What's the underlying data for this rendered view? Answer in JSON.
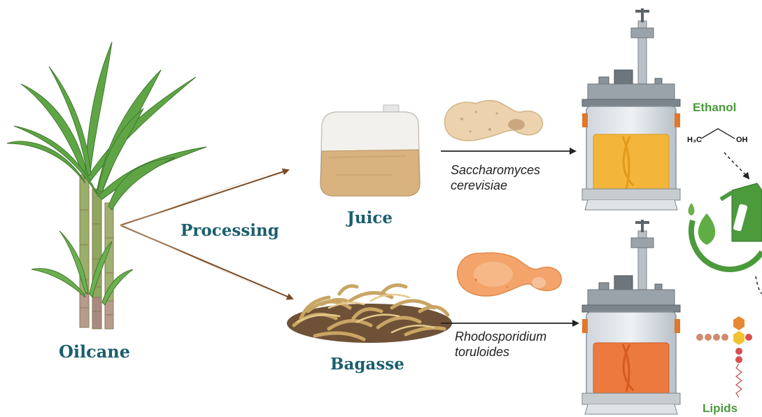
{
  "labels": {
    "oilcane": "Oilcane",
    "processing": "Processing",
    "juice": "Juice",
    "bagasse": "Bagasse",
    "organism_top_line1": "Saccharomyces",
    "organism_top_line2": "cerevisiae",
    "organism_bottom_line1": "Rhodosporidium",
    "organism_bottom_line2": "toruloides",
    "ethanol": "Ethanol",
    "lipids": "Lipids",
    "formula_left": "H₃C",
    "formula_right": "OH"
  },
  "colors": {
    "label_teal": "#1b5e6e",
    "arrow_brown": "#7a4a24",
    "leaf_green": "#4f9a3b",
    "juice_tan": "#d8b27f",
    "yeast_top": "#ecd2ad",
    "yeast_bottom": "#f4a46a",
    "reactor_top_liquid": "#f3b63a",
    "reactor_bottom_liquid": "#ec7a3e",
    "product_green": "#4b9a3c"
  },
  "icons": [
    "sugarcane-plant-icon",
    "juice-bag-icon",
    "bagasse-pile-icon",
    "yeast-cell-icon",
    "bioreactor-icon",
    "biofuel-pump-icon",
    "lipid-molecule-icon"
  ]
}
